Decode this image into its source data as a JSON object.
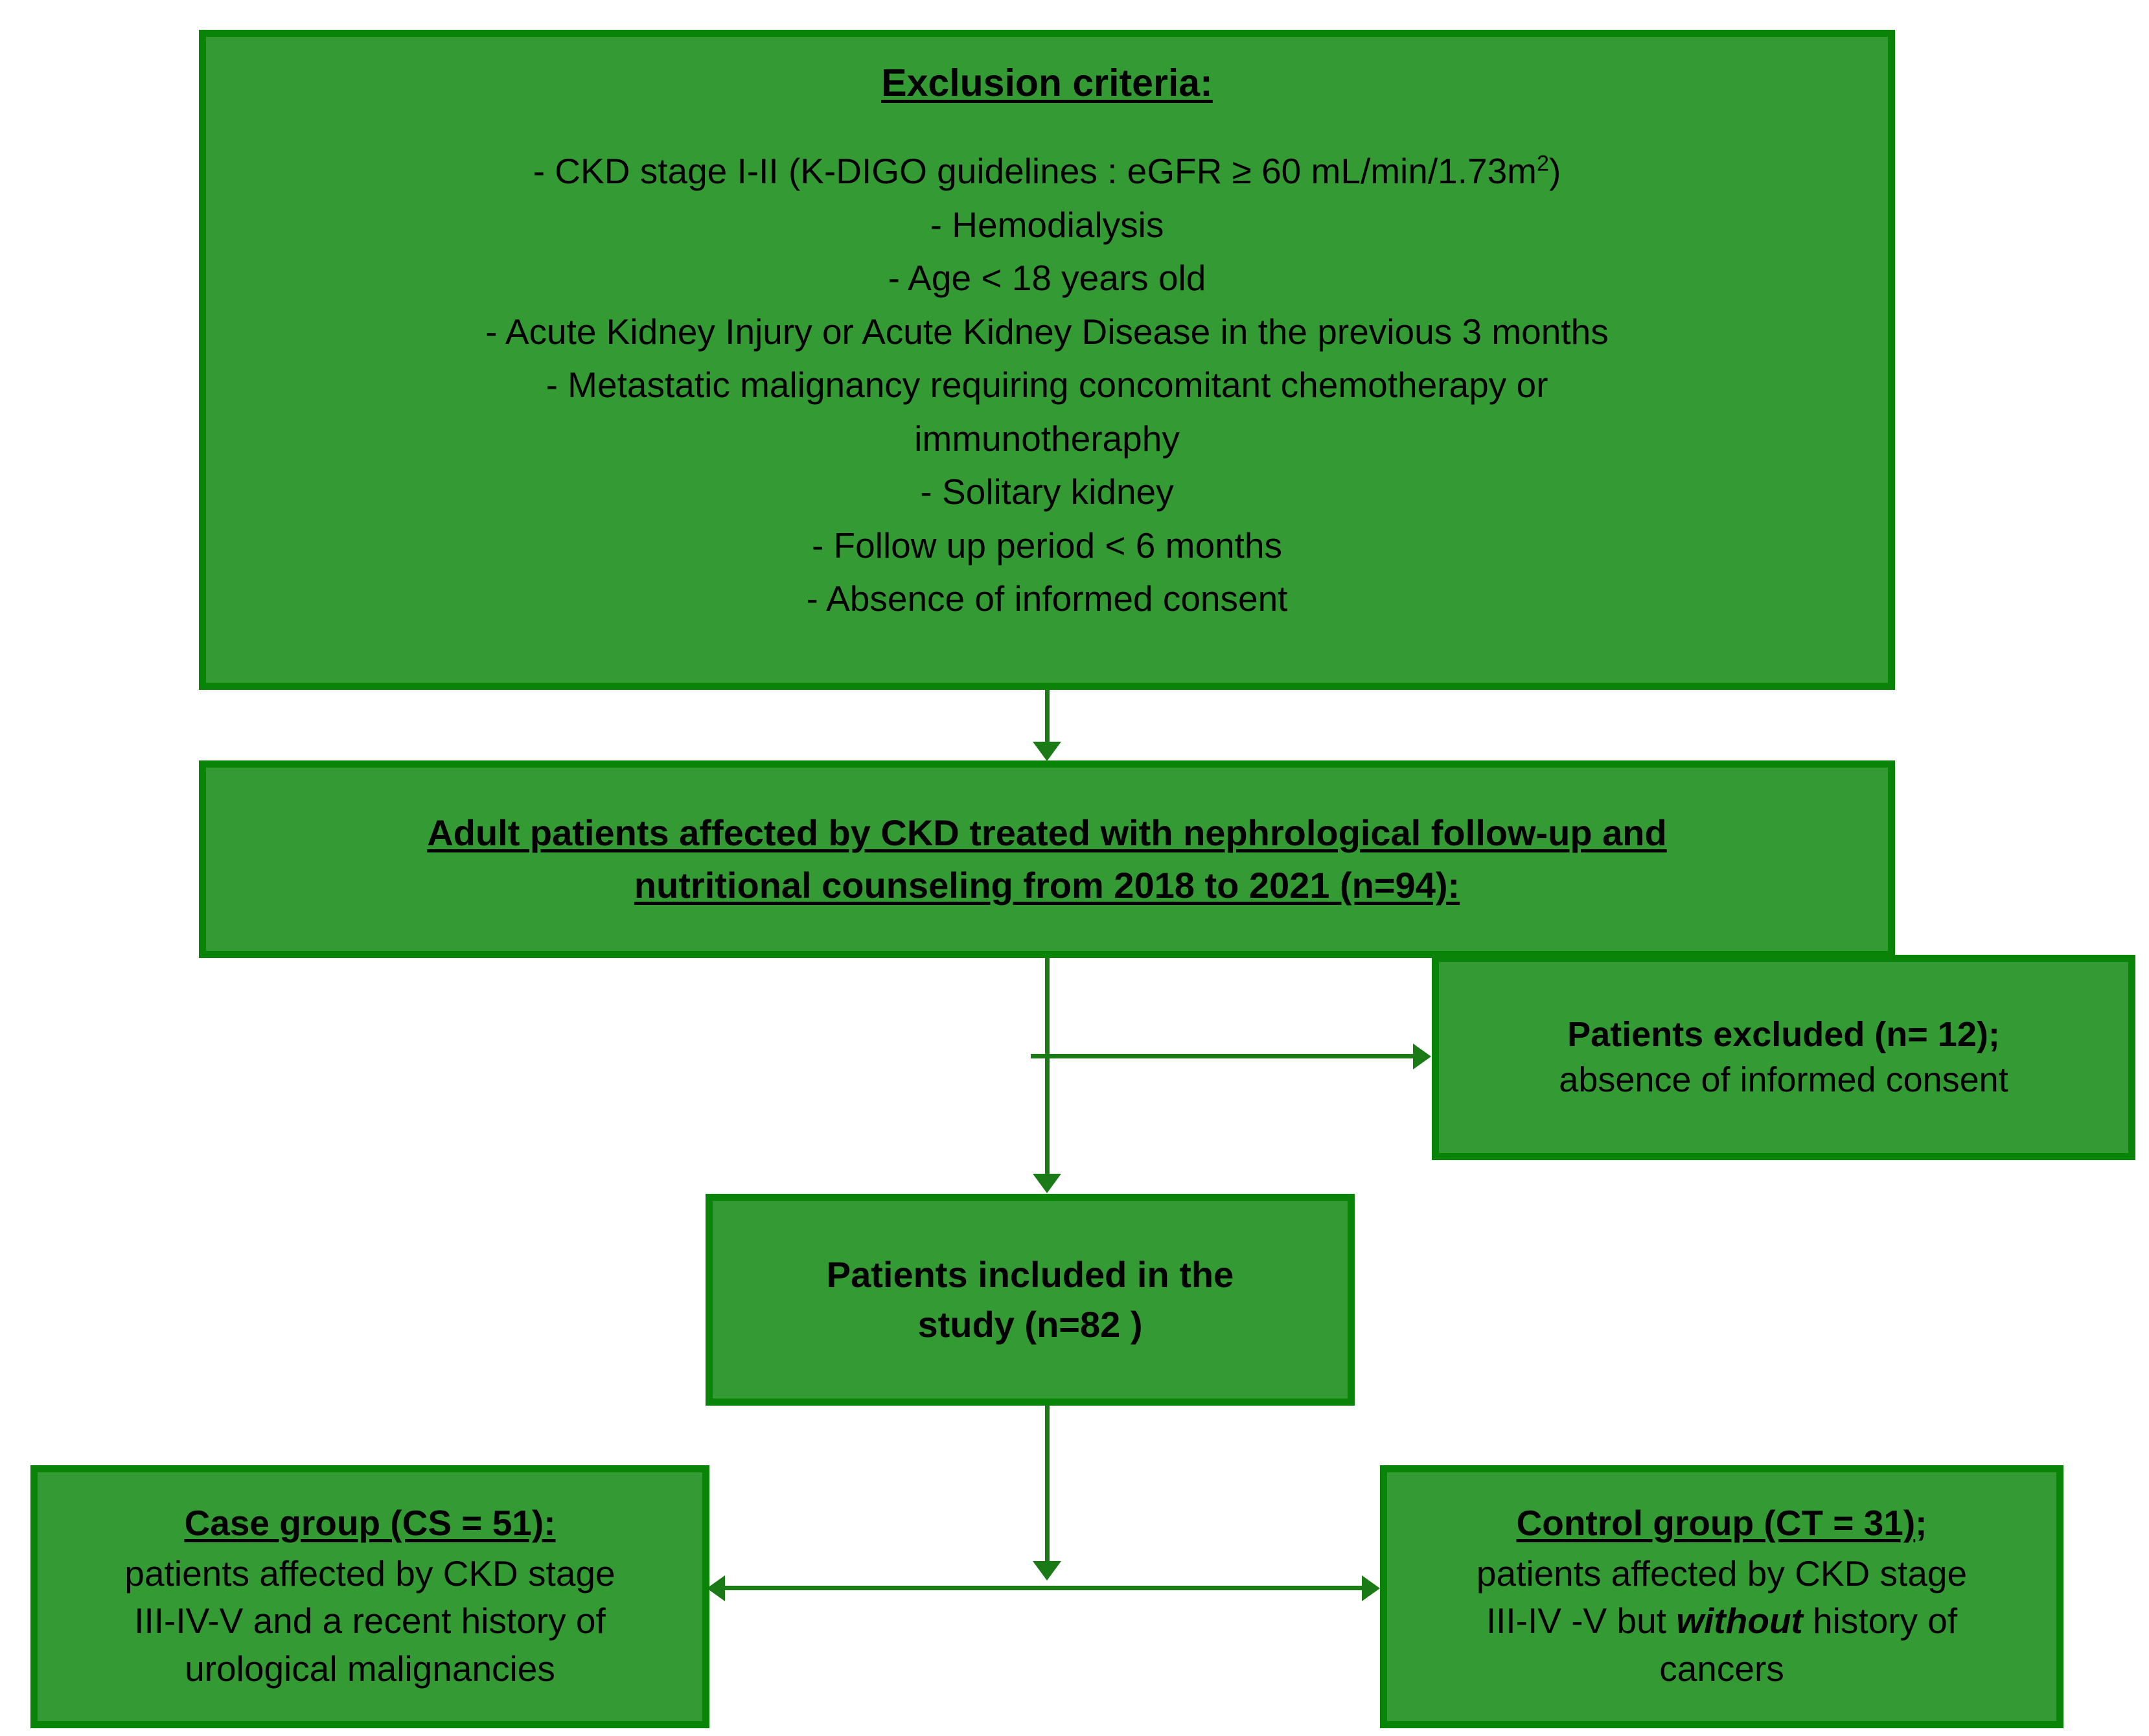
{
  "diagram": {
    "type": "study-flowchart",
    "theme": {
      "box_fill": "#349a33",
      "box_border": "#0a8408",
      "connector": "#1a7a16",
      "text": "#000000",
      "background": "#ffffff"
    },
    "boxes": {
      "exclusion": {
        "title": "Exclusion criteria:",
        "criteria": [
          "-  CKD stage I-II  (K-DIGO guidelines : eGFR ≥ 60 mL/min/1.73m2)",
          "-  Hemodialysis",
          "-  Age < 18 years old",
          "-  Acute Kidney Injury or Acute Kidney Disease in the previous 3 months",
          "-  Metastatic malignancy requiring concomitant chemotherapy or",
          "immunotheraphy",
          "-  Solitary kidney",
          "-  Follow up period < 6 months",
          "-  Absence of informed consent"
        ],
        "criteria_parts": {
          "ckd_stage_before_sup": "-  CKD stage I-II  (K-DIGO guidelines : eGFR ≥ 60 mL/min/1.73m",
          "ckd_stage_sup": "2",
          "ckd_stage_after_sup": ")"
        }
      },
      "adult_patients": {
        "line1": "Adult patients affected by CKD treated with nephrological follow-up and",
        "line2": "nutritional counseling from 2018 to 2021 (n=94):"
      },
      "patients_excluded": {
        "heading": "Patients excluded (n= 12);",
        "detail": "absence of informed consent"
      },
      "patients_included": {
        "line1": "Patients included in the",
        "line2": "study (n=82 )"
      },
      "case_group": {
        "title": "Case group (CS = 51):",
        "line1": "patients affected by CKD stage",
        "line2": "III-IV-V  and a recent history of",
        "line3": "urological malignancies"
      },
      "control_group": {
        "title_underlined": "Control group (CT = 31)",
        "title_tail": ";",
        "line1": "patients affected by CKD stage",
        "line2_pre": "III-IV  -V but ",
        "line2_emphasis": "without",
        "line2_post": " history of",
        "line3": "cancers"
      }
    },
    "connectors": [
      {
        "name": "exclusion-to-adult",
        "kind": "arrow-down"
      },
      {
        "name": "adult-to-included",
        "kind": "arrow-down"
      },
      {
        "name": "adult-to-excluded",
        "kind": "arrow-right"
      },
      {
        "name": "included-to-groups",
        "kind": "arrow-down"
      },
      {
        "name": "case-control-link",
        "kind": "arrow-double-horizontal"
      }
    ]
  }
}
